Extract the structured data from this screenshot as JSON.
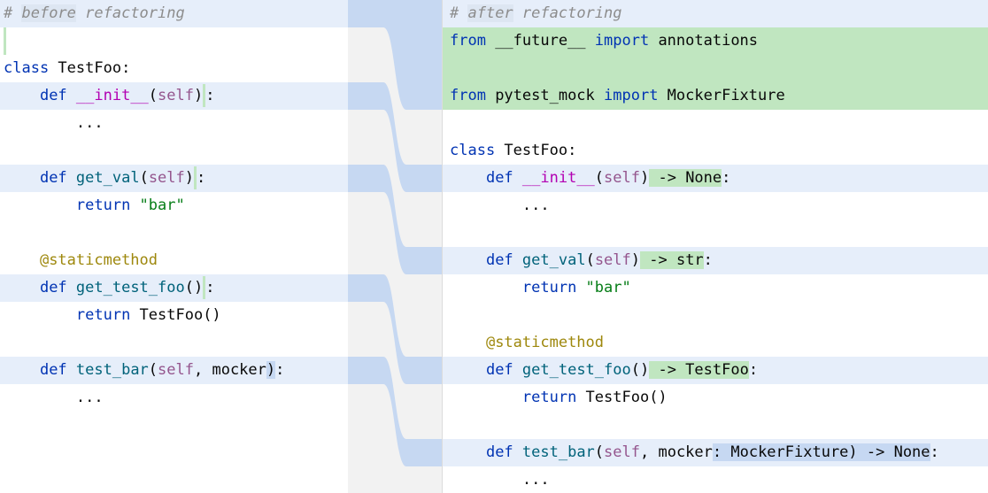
{
  "left": {
    "lines": [
      {
        "row": 0,
        "bg": "comment-row",
        "tokens": [
          [
            "comment",
            "# "
          ],
          [
            "commentbox",
            "before"
          ],
          [
            "comment",
            " refactoring"
          ]
        ]
      },
      {
        "row": 1,
        "bg": "marker",
        "tokens": []
      },
      {
        "row": 2,
        "bg": "",
        "tokens": [
          [
            "kw",
            "class "
          ],
          [
            "plain",
            "TestFoo:"
          ]
        ]
      },
      {
        "row": 3,
        "bg": "blue",
        "tokens": [
          [
            "plain",
            "    "
          ],
          [
            "kw",
            "def "
          ],
          [
            "magic",
            "__init__"
          ],
          [
            "plain",
            "("
          ],
          [
            "self",
            "self"
          ],
          [
            "plain",
            ")"
          ],
          [
            "mark",
            ""
          ],
          [
            "plain",
            ":"
          ]
        ]
      },
      {
        "row": 4,
        "bg": "",
        "tokens": [
          [
            "plain",
            "        ..."
          ]
        ]
      },
      {
        "row": 6,
        "bg": "blue",
        "tokens": [
          [
            "plain",
            "    "
          ],
          [
            "kw",
            "def "
          ],
          [
            "fn",
            "get_val"
          ],
          [
            "plain",
            "("
          ],
          [
            "self",
            "self"
          ],
          [
            "plain",
            ")"
          ],
          [
            "mark",
            ""
          ],
          [
            "plain",
            ":"
          ]
        ]
      },
      {
        "row": 7,
        "bg": "",
        "tokens": [
          [
            "plain",
            "        "
          ],
          [
            "kw",
            "return "
          ],
          [
            "str",
            "\"bar\""
          ]
        ]
      },
      {
        "row": 9,
        "bg": "",
        "tokens": [
          [
            "plain",
            "    "
          ],
          [
            "deco",
            "@staticmethod"
          ]
        ]
      },
      {
        "row": 10,
        "bg": "blue",
        "tokens": [
          [
            "plain",
            "    "
          ],
          [
            "kw",
            "def "
          ],
          [
            "fn",
            "get_test_foo"
          ],
          [
            "plain",
            "()"
          ],
          [
            "mark",
            ""
          ],
          [
            "plain",
            ":"
          ]
        ]
      },
      {
        "row": 11,
        "bg": "",
        "tokens": [
          [
            "plain",
            "        "
          ],
          [
            "kw",
            "return "
          ],
          [
            "plain",
            "TestFoo()"
          ]
        ]
      },
      {
        "row": 13,
        "bg": "blue",
        "tokens": [
          [
            "plain",
            "    "
          ],
          [
            "kw",
            "def "
          ],
          [
            "fn",
            "test_bar"
          ],
          [
            "plain",
            "("
          ],
          [
            "self",
            "self"
          ],
          [
            "plain",
            ", mocker"
          ],
          [
            "chg",
            ")"
          ],
          [
            "plain",
            ":"
          ]
        ]
      },
      {
        "row": 14,
        "bg": "",
        "tokens": [
          [
            "plain",
            "        ..."
          ]
        ]
      }
    ]
  },
  "right": {
    "lines": [
      {
        "row": 0,
        "bg": "comment-row",
        "tokens": [
          [
            "comment",
            "# "
          ],
          [
            "commentbox",
            "after"
          ],
          [
            "comment",
            " refactoring"
          ]
        ]
      },
      {
        "row": 1,
        "bg": "green",
        "tokens": [
          [
            "kw",
            "from "
          ],
          [
            "plain",
            "__future__ "
          ],
          [
            "kw",
            "import "
          ],
          [
            "plain",
            "annotations"
          ]
        ]
      },
      {
        "row": 2,
        "bg": "green",
        "tokens": []
      },
      {
        "row": 3,
        "bg": "green",
        "tokens": [
          [
            "kw",
            "from "
          ],
          [
            "plain",
            "pytest_mock "
          ],
          [
            "kw",
            "import "
          ],
          [
            "plain",
            "MockerFixture"
          ]
        ]
      },
      {
        "row": 5,
        "bg": "",
        "tokens": [
          [
            "kw",
            "class "
          ],
          [
            "plain",
            "TestFoo:"
          ]
        ]
      },
      {
        "row": 6,
        "bg": "blue",
        "tokens": [
          [
            "plain",
            "    "
          ],
          [
            "kw",
            "def "
          ],
          [
            "magic",
            "__init__"
          ],
          [
            "plain",
            "("
          ],
          [
            "self",
            "self"
          ],
          [
            "plain",
            ")"
          ],
          [
            "ins",
            " -> None"
          ],
          [
            "plain",
            ":"
          ]
        ]
      },
      {
        "row": 7,
        "bg": "",
        "tokens": [
          [
            "plain",
            "        ..."
          ]
        ]
      },
      {
        "row": 9,
        "bg": "blue",
        "tokens": [
          [
            "plain",
            "    "
          ],
          [
            "kw",
            "def "
          ],
          [
            "fn",
            "get_val"
          ],
          [
            "plain",
            "("
          ],
          [
            "self",
            "self"
          ],
          [
            "plain",
            ")"
          ],
          [
            "ins",
            " -> str"
          ],
          [
            "plain",
            ":"
          ]
        ]
      },
      {
        "row": 10,
        "bg": "",
        "tokens": [
          [
            "plain",
            "        "
          ],
          [
            "kw",
            "return "
          ],
          [
            "str",
            "\"bar\""
          ]
        ]
      },
      {
        "row": 12,
        "bg": "",
        "tokens": [
          [
            "plain",
            "    "
          ],
          [
            "deco",
            "@staticmethod"
          ]
        ]
      },
      {
        "row": 13,
        "bg": "blue",
        "tokens": [
          [
            "plain",
            "    "
          ],
          [
            "kw",
            "def "
          ],
          [
            "fn",
            "get_test_foo"
          ],
          [
            "plain",
            "()"
          ],
          [
            "ins",
            " -> TestFoo"
          ],
          [
            "plain",
            ":"
          ]
        ]
      },
      {
        "row": 14,
        "bg": "",
        "tokens": [
          [
            "plain",
            "        "
          ],
          [
            "kw",
            "return "
          ],
          [
            "plain",
            "TestFoo()"
          ]
        ]
      },
      {
        "row": 16,
        "bg": "blue",
        "tokens": [
          [
            "plain",
            "    "
          ],
          [
            "kw",
            "def "
          ],
          [
            "fn",
            "test_bar"
          ],
          [
            "plain",
            "("
          ],
          [
            "self",
            "self"
          ],
          [
            "plain",
            ", mocker"
          ],
          [
            "chg",
            ": MockerFixture) -> None"
          ],
          [
            "plain",
            ":"
          ]
        ]
      },
      {
        "row": 17,
        "bg": "",
        "tokens": [
          [
            "plain",
            "        ..."
          ]
        ]
      }
    ]
  },
  "colors": {
    "changed_row": "#e6eefa",
    "inserted_row": "#c0e6c0",
    "connector": "#c6d8f2",
    "gutter": "#f2f2f2"
  }
}
